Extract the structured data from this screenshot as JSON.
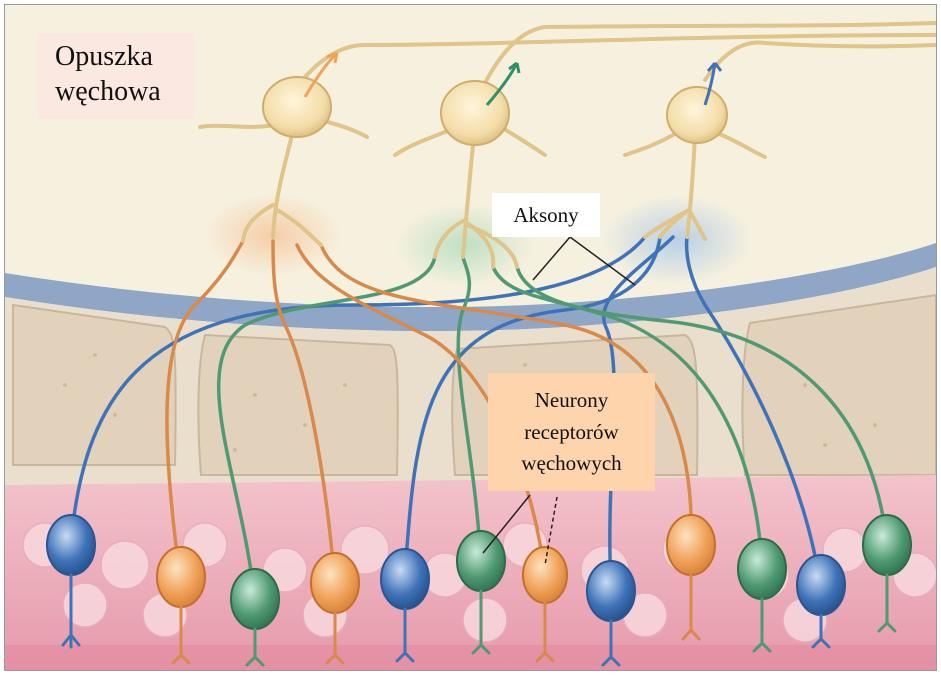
{
  "labels": {
    "olfactory_bulb": [
      "Opuszka",
      "węchowa"
    ],
    "axons": "Aksony",
    "receptor_neurons": [
      "Neurony",
      "receptorów",
      "węchowych"
    ]
  },
  "colors": {
    "bulb_background": "#f6f1df",
    "bone": "#e6d8c2",
    "mucosa": "#efb7c3",
    "membrane_blue": "#8fa6c6",
    "neuron_orange": "#f0a25a",
    "neuron_green": "#4f9a72",
    "neuron_blue": "#3f73b8",
    "mitral_cell": "#f3dca7",
    "label_bulb_bg": "#fbe9e1",
    "label_neurons_bg": "#fdd4ab"
  },
  "receptor_neurons": [
    {
      "color": "blue"
    },
    {
      "color": "orange"
    },
    {
      "color": "green"
    },
    {
      "color": "orange"
    },
    {
      "color": "blue"
    },
    {
      "color": "green"
    },
    {
      "color": "orange"
    },
    {
      "color": "blue"
    },
    {
      "color": "orange"
    },
    {
      "color": "green"
    },
    {
      "color": "blue"
    },
    {
      "color": "green"
    }
  ],
  "mitral_cells": [
    {
      "arrow_color": "orange"
    },
    {
      "arrow_color": "green"
    },
    {
      "arrow_color": "blue"
    }
  ]
}
